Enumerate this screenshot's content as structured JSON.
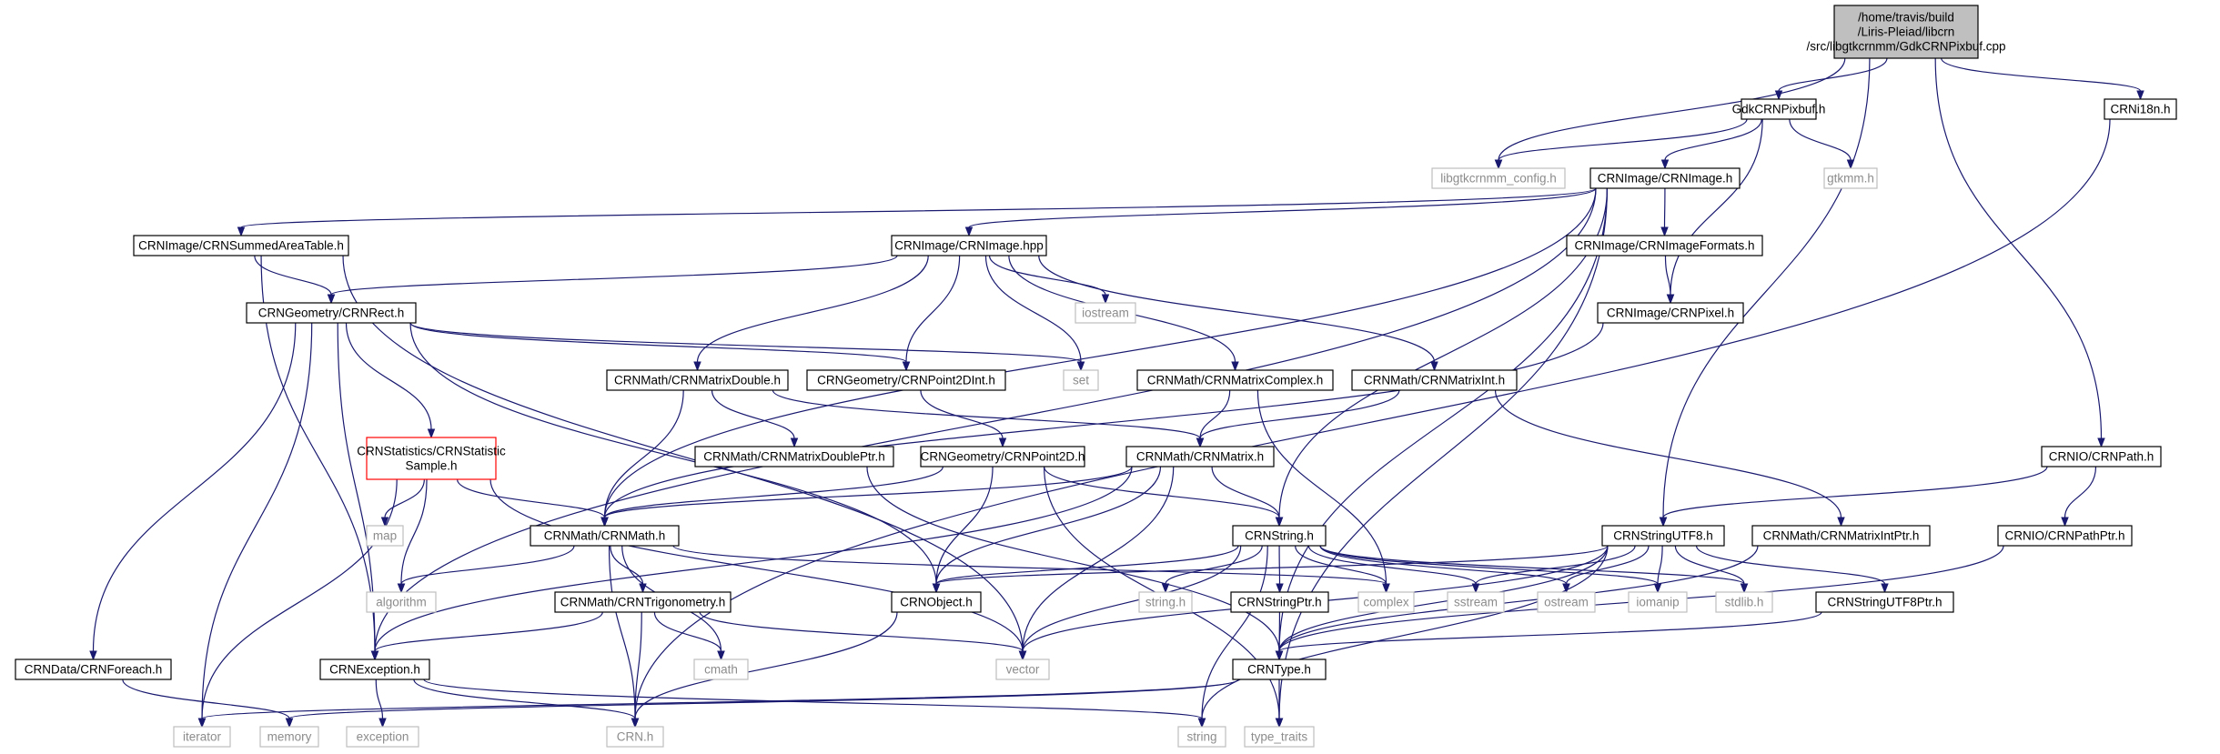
{
  "nodes": [
    {
      "id": "root",
      "lines": [
        "/home/travis/build",
        "/Liris-Pleiad/libcrn",
        "/src/libgtkcrnmm/GdkCRNPixbuf.cpp"
      ],
      "style": "root"
    },
    {
      "id": "gdkpixbufh",
      "lines": [
        "GdkCRNPixbuf.h"
      ],
      "style": "normal"
    },
    {
      "id": "crni18n",
      "lines": [
        "CRNi18n.h"
      ],
      "style": "normal"
    },
    {
      "id": "libgtkconfig",
      "lines": [
        "libgtkcrnmm_config.h"
      ],
      "style": "ext"
    },
    {
      "id": "gtkmm",
      "lines": [
        "gtkmm.h"
      ],
      "style": "ext"
    },
    {
      "id": "crnimageh",
      "lines": [
        "CRNImage/CRNImage.h"
      ],
      "style": "normal"
    },
    {
      "id": "summed",
      "lines": [
        "CRNImage/CRNSummedAreaTable.h"
      ],
      "style": "normal"
    },
    {
      "id": "crnimagehpp",
      "lines": [
        "CRNImage/CRNImage.hpp"
      ],
      "style": "normal"
    },
    {
      "id": "imageformats",
      "lines": [
        "CRNImage/CRNImageFormats.h"
      ],
      "style": "normal"
    },
    {
      "id": "pixel",
      "lines": [
        "CRNImage/CRNPixel.h"
      ],
      "style": "normal"
    },
    {
      "id": "rect",
      "lines": [
        "CRNGeometry/CRNRect.h"
      ],
      "style": "normal"
    },
    {
      "id": "iostream",
      "lines": [
        "iostream"
      ],
      "style": "ext"
    },
    {
      "id": "set",
      "lines": [
        "set"
      ],
      "style": "ext"
    },
    {
      "id": "point2dint",
      "lines": [
        "CRNGeometry/CRNPoint2DInt.h"
      ],
      "style": "normal"
    },
    {
      "id": "matrixdouble",
      "lines": [
        "CRNMath/CRNMatrixDouble.h"
      ],
      "style": "normal"
    },
    {
      "id": "matrixcomplex",
      "lines": [
        "CRNMath/CRNMatrixComplex.h"
      ],
      "style": "normal"
    },
    {
      "id": "matrixint",
      "lines": [
        "CRNMath/CRNMatrixInt.h"
      ],
      "style": "normal"
    },
    {
      "id": "statsample",
      "lines": [
        "CRNStatistics/CRNStatistic",
        "Sample.h"
      ],
      "style": "red"
    },
    {
      "id": "matrixdoubleptr",
      "lines": [
        "CRNMath/CRNMatrixDoublePtr.h"
      ],
      "style": "normal"
    },
    {
      "id": "point2d",
      "lines": [
        "CRNGeometry/CRNPoint2D.h"
      ],
      "style": "normal"
    },
    {
      "id": "matrix",
      "lines": [
        "CRNMath/CRNMatrix.h"
      ],
      "style": "normal"
    },
    {
      "id": "crniopath",
      "lines": [
        "CRNIO/CRNPath.h"
      ],
      "style": "normal"
    },
    {
      "id": "map",
      "lines": [
        "map"
      ],
      "style": "ext"
    },
    {
      "id": "crnmath",
      "lines": [
        "CRNMath/CRNMath.h"
      ],
      "style": "normal"
    },
    {
      "id": "crnstring",
      "lines": [
        "CRNString.h"
      ],
      "style": "normal"
    },
    {
      "id": "stringutf8",
      "lines": [
        "CRNStringUTF8.h"
      ],
      "style": "normal"
    },
    {
      "id": "matrixintptr",
      "lines": [
        "CRNMath/CRNMatrixIntPtr.h"
      ],
      "style": "normal"
    },
    {
      "id": "crniopathptr",
      "lines": [
        "CRNIO/CRNPathPtr.h"
      ],
      "style": "normal"
    },
    {
      "id": "algorithm",
      "lines": [
        "algorithm"
      ],
      "style": "ext"
    },
    {
      "id": "trig",
      "lines": [
        "CRNMath/CRNTrigonometry.h"
      ],
      "style": "normal"
    },
    {
      "id": "crnobject",
      "lines": [
        "CRNObject.h"
      ],
      "style": "normal"
    },
    {
      "id": "stringh",
      "lines": [
        "string.h"
      ],
      "style": "ext"
    },
    {
      "id": "complex",
      "lines": [
        "complex"
      ],
      "style": "ext"
    },
    {
      "id": "stringptr",
      "lines": [
        "CRNStringPtr.h"
      ],
      "style": "normal"
    },
    {
      "id": "sstream",
      "lines": [
        "sstream"
      ],
      "style": "ext"
    },
    {
      "id": "ostream",
      "lines": [
        "ostream"
      ],
      "style": "ext"
    },
    {
      "id": "iomanip",
      "lines": [
        "iomanip"
      ],
      "style": "ext"
    },
    {
      "id": "stdlib",
      "lines": [
        "stdlib.h"
      ],
      "style": "ext"
    },
    {
      "id": "stringutf8ptr",
      "lines": [
        "CRNStringUTF8Ptr.h"
      ],
      "style": "normal"
    },
    {
      "id": "foreach",
      "lines": [
        "CRNData/CRNForeach.h"
      ],
      "style": "normal"
    },
    {
      "id": "crnexception",
      "lines": [
        "CRNException.h"
      ],
      "style": "normal"
    },
    {
      "id": "cmath",
      "lines": [
        "cmath"
      ],
      "style": "ext"
    },
    {
      "id": "vector",
      "lines": [
        "vector"
      ],
      "style": "ext"
    },
    {
      "id": "crntype",
      "lines": [
        "CRNType.h"
      ],
      "style": "normal"
    },
    {
      "id": "iterator",
      "lines": [
        "iterator"
      ],
      "style": "ext"
    },
    {
      "id": "memory",
      "lines": [
        "memory"
      ],
      "style": "ext"
    },
    {
      "id": "exception",
      "lines": [
        "exception"
      ],
      "style": "ext"
    },
    {
      "id": "crnh",
      "lines": [
        "CRN.h"
      ],
      "style": "ext"
    },
    {
      "id": "string",
      "lines": [
        "string"
      ],
      "style": "ext"
    },
    {
      "id": "typetraits",
      "lines": [
        "type_traits"
      ],
      "style": "ext"
    }
  ],
  "edges": [
    [
      "root",
      "gdkpixbufh"
    ],
    [
      "root",
      "crni18n"
    ],
    [
      "root",
      "libgtkconfig"
    ],
    [
      "root",
      "crniopath"
    ],
    [
      "root",
      "stringutf8"
    ],
    [
      "gdkpixbufh",
      "libgtkconfig"
    ],
    [
      "gdkpixbufh",
      "gtkmm"
    ],
    [
      "gdkpixbufh",
      "crnimageh"
    ],
    [
      "gdkpixbufh",
      "pixel"
    ],
    [
      "crni18n",
      "crnh"
    ],
    [
      "crnimageh",
      "summed"
    ],
    [
      "crnimageh",
      "crnimagehpp"
    ],
    [
      "crnimageh",
      "imageformats"
    ],
    [
      "crnimageh",
      "crnmath"
    ],
    [
      "crnimageh",
      "crnexception"
    ],
    [
      "crnimageh",
      "crnstring"
    ],
    [
      "crnimageh",
      "crntype"
    ],
    [
      "crnimageh",
      "typetraits"
    ],
    [
      "summed",
      "rect"
    ],
    [
      "summed",
      "crnexception"
    ],
    [
      "summed",
      "vector"
    ],
    [
      "crnimagehpp",
      "rect"
    ],
    [
      "crnimagehpp",
      "iostream"
    ],
    [
      "crnimagehpp",
      "set"
    ],
    [
      "crnimagehpp",
      "point2dint"
    ],
    [
      "crnimagehpp",
      "matrixdouble"
    ],
    [
      "crnimagehpp",
      "matrixcomplex"
    ],
    [
      "crnimagehpp",
      "matrixint"
    ],
    [
      "imageformats",
      "pixel"
    ],
    [
      "pixel",
      "crnmath"
    ],
    [
      "rect",
      "set"
    ],
    [
      "rect",
      "point2dint"
    ],
    [
      "rect",
      "statsample"
    ],
    [
      "rect",
      "foreach"
    ],
    [
      "rect",
      "crnexception"
    ],
    [
      "rect",
      "crnobject"
    ],
    [
      "rect",
      "iterator"
    ],
    [
      "point2dint",
      "point2d"
    ],
    [
      "matrixdouble",
      "crnmath"
    ],
    [
      "matrixdouble",
      "matrixdoubleptr"
    ],
    [
      "matrixdouble",
      "matrix"
    ],
    [
      "matrixcomplex",
      "matrix"
    ],
    [
      "matrixcomplex",
      "complex"
    ],
    [
      "matrixint",
      "matrix"
    ],
    [
      "matrixint",
      "matrixintptr"
    ],
    [
      "statsample",
      "map"
    ],
    [
      "statsample",
      "crnmath"
    ],
    [
      "statsample",
      "algorithm"
    ],
    [
      "statsample",
      "vector"
    ],
    [
      "statsample",
      "iterator"
    ],
    [
      "matrixdoubleptr",
      "crntype"
    ],
    [
      "point2d",
      "crnmath"
    ],
    [
      "point2d",
      "crnstring"
    ],
    [
      "point2d",
      "crnobject"
    ],
    [
      "point2d",
      "typetraits"
    ],
    [
      "matrix",
      "crnmath"
    ],
    [
      "matrix",
      "crnstring"
    ],
    [
      "matrix",
      "crnobject"
    ],
    [
      "matrix",
      "vector"
    ],
    [
      "matrix",
      "crnexception"
    ],
    [
      "crniopath",
      "stringutf8"
    ],
    [
      "crniopath",
      "crniopathptr"
    ],
    [
      "crnmath",
      "algorithm"
    ],
    [
      "crnmath",
      "trig"
    ],
    [
      "crnmath",
      "cmath"
    ],
    [
      "crnmath",
      "complex"
    ],
    [
      "crnmath",
      "crnh"
    ],
    [
      "crnstring",
      "crnobject"
    ],
    [
      "crnstring",
      "stringh"
    ],
    [
      "crnstring",
      "complex"
    ],
    [
      "crnstring",
      "stringptr"
    ],
    [
      "crnstring",
      "sstream"
    ],
    [
      "crnstring",
      "ostream"
    ],
    [
      "crnstring",
      "iomanip"
    ],
    [
      "crnstring",
      "stdlib"
    ],
    [
      "crnstring",
      "vector"
    ],
    [
      "crnstring",
      "string"
    ],
    [
      "stringutf8",
      "crnobject"
    ],
    [
      "stringutf8",
      "sstream"
    ],
    [
      "stringutf8",
      "ostream"
    ],
    [
      "stringutf8",
      "iomanip"
    ],
    [
      "stringutf8",
      "stdlib"
    ],
    [
      "stringutf8",
      "stringutf8ptr"
    ],
    [
      "stringutf8",
      "vector"
    ],
    [
      "stringutf8",
      "crntype"
    ],
    [
      "stringutf8",
      "string"
    ],
    [
      "matrixintptr",
      "crntype"
    ],
    [
      "crniopathptr",
      "crntype"
    ],
    [
      "trig",
      "crnexception"
    ],
    [
      "trig",
      "cmath"
    ],
    [
      "trig",
      "vector"
    ],
    [
      "trig",
      "crnh"
    ],
    [
      "crnobject",
      "crnh"
    ],
    [
      "stringptr",
      "crntype"
    ],
    [
      "stringutf8ptr",
      "crntype"
    ],
    [
      "foreach",
      "memory"
    ],
    [
      "crnexception",
      "exception"
    ],
    [
      "crnexception",
      "crnh"
    ],
    [
      "crnexception",
      "string"
    ],
    [
      "crntype",
      "iterator"
    ],
    [
      "crntype",
      "memory"
    ],
    [
      "crntype",
      "typetraits"
    ]
  ]
}
